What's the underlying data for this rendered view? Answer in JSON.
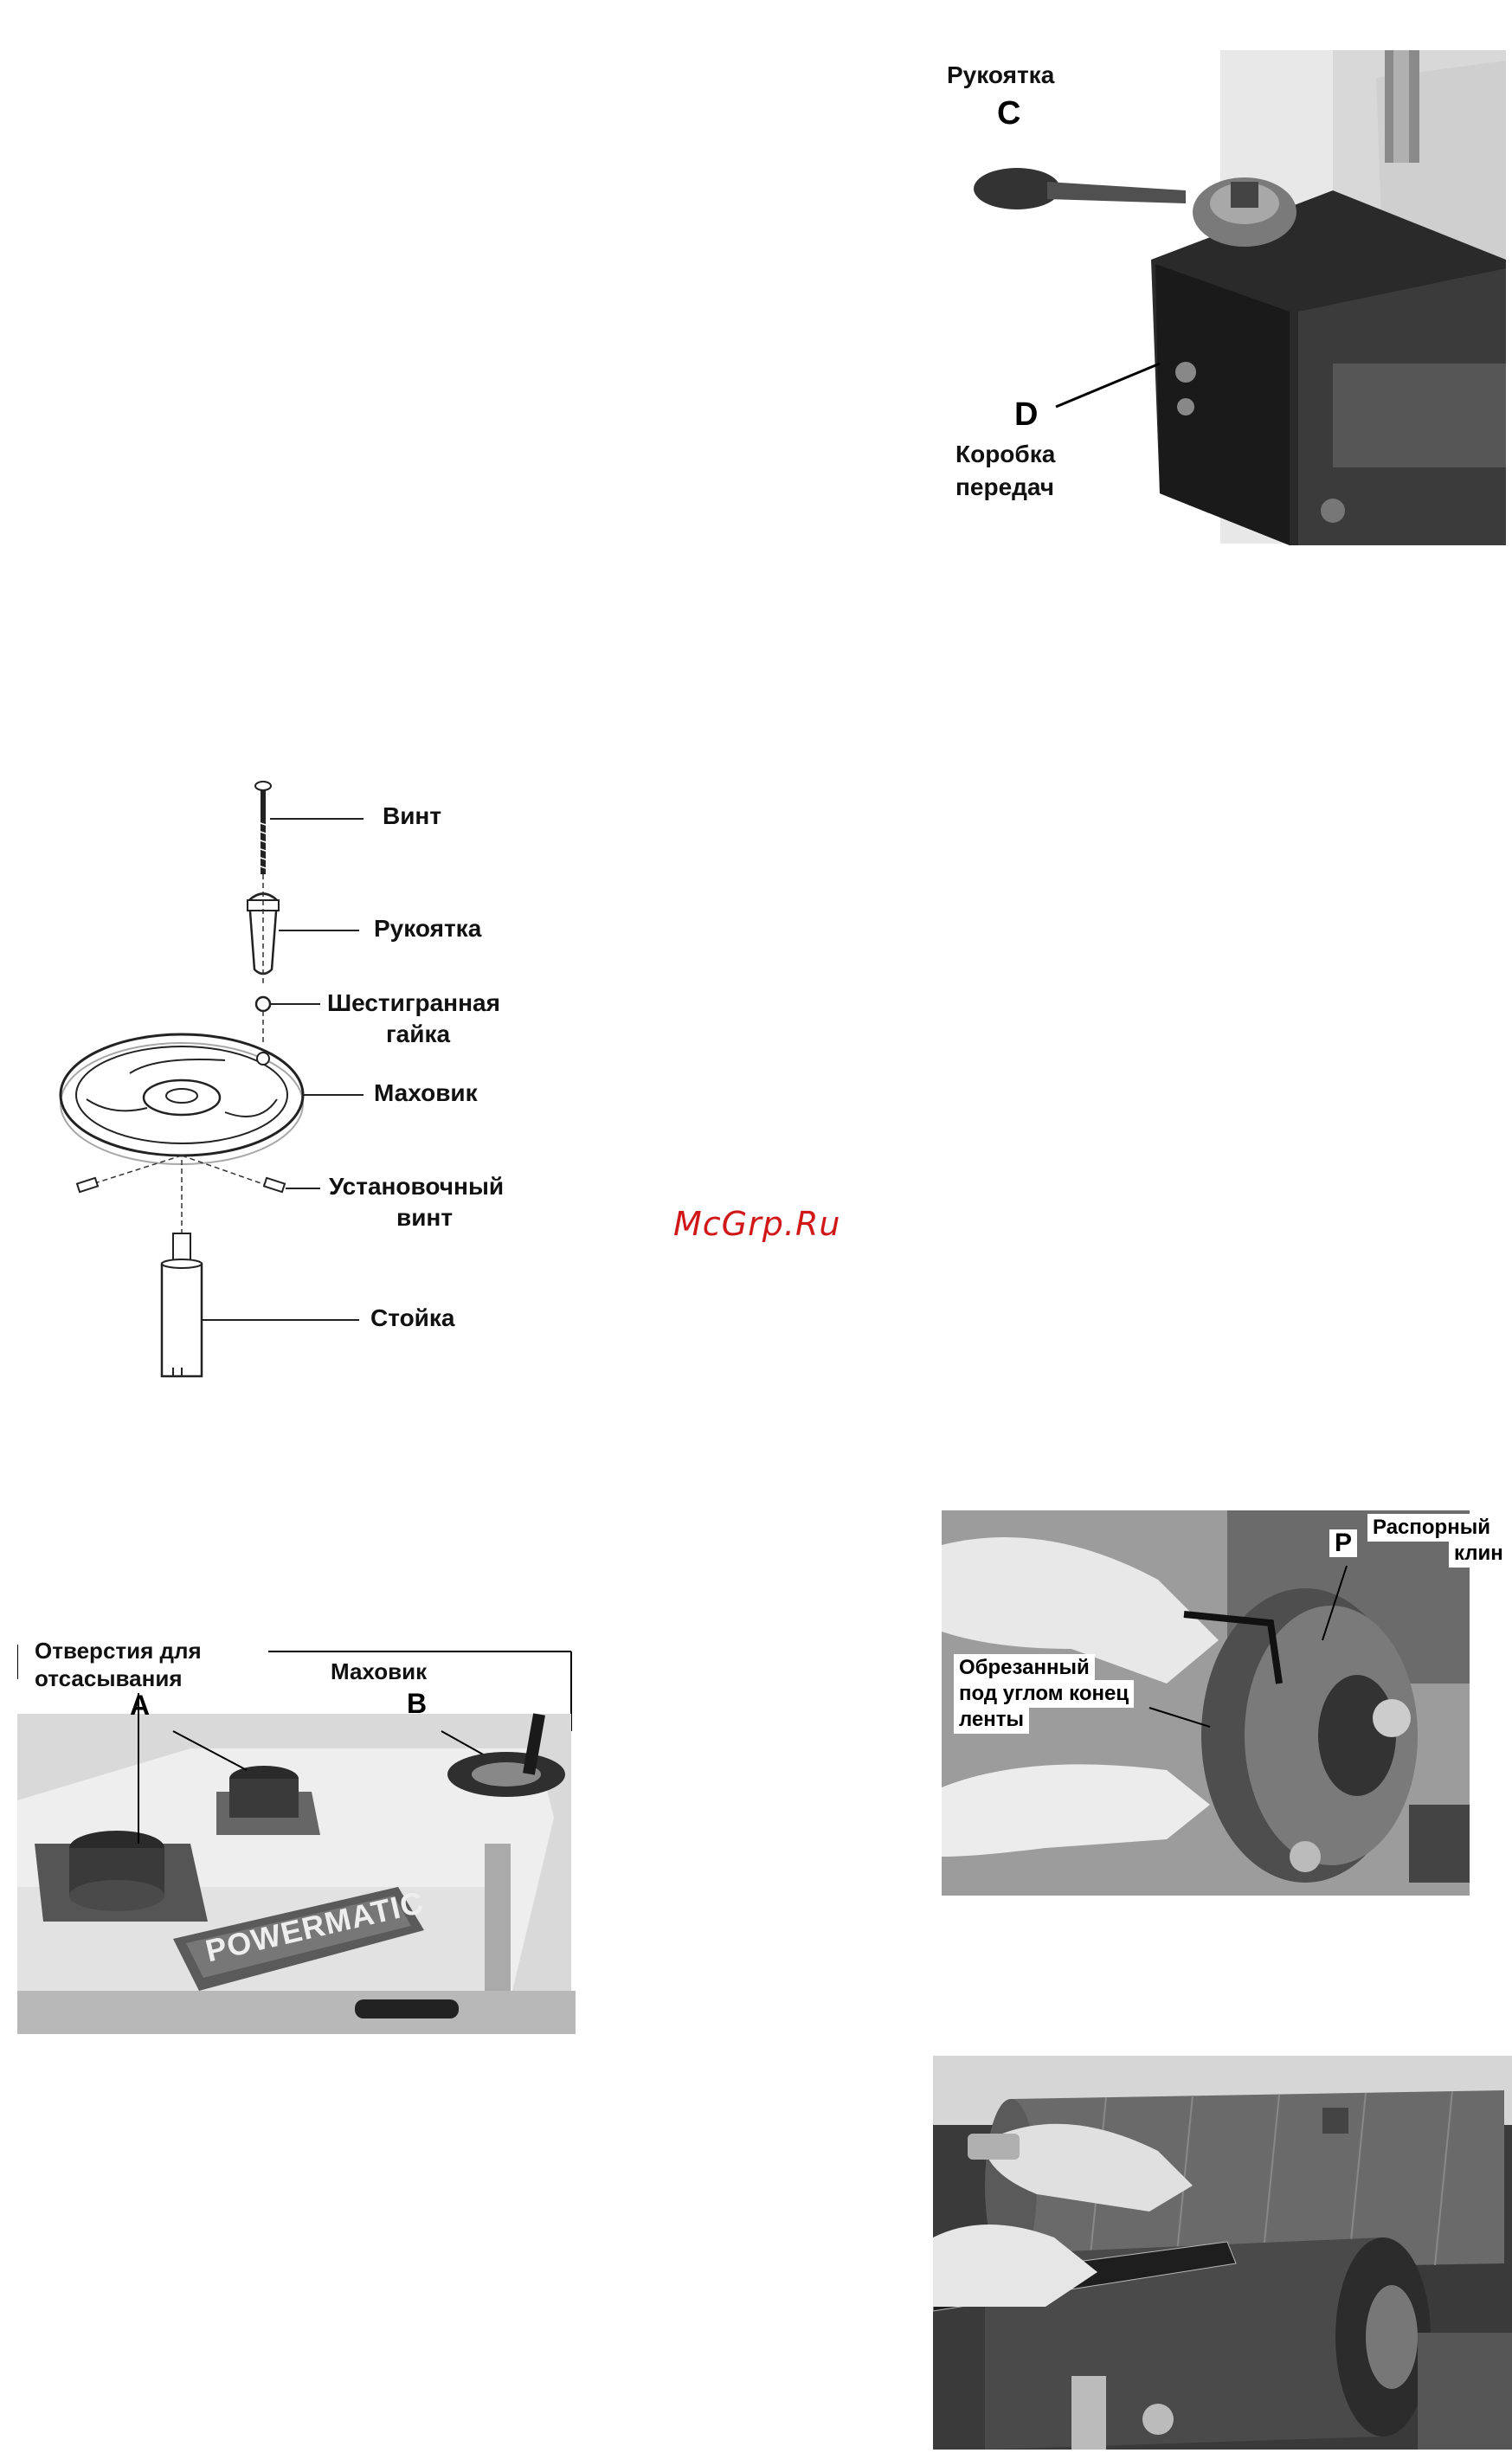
{
  "top_photo": {
    "handle_label": "Рукоятка",
    "handle_letter": "C",
    "gearbox_letter": "D",
    "gearbox_label_line1": "Коробка",
    "gearbox_label_line2": "передач"
  },
  "exploded_diagram": {
    "screw": "Винт",
    "handle": "Рукоятка",
    "hex_nut_line1": "Шестигранная",
    "hex_nut_line2": "гайка",
    "handwheel": "Маховик",
    "set_screw_line1": "Установочный",
    "set_screw_line2": "винт",
    "post": "Стойка"
  },
  "watermark": "McGrp.Ru",
  "machine_photo": {
    "dust_ports_line1": "Отверстия для",
    "dust_ports_line2": "отсасывания",
    "letter_a": "A",
    "handwheel_label": "Маховик",
    "letter_b": "B",
    "brand": "POWERMATIC"
  },
  "drum_photo": {
    "letter_p": "P",
    "wedge_line1": "Распорный",
    "wedge_line2": "клин",
    "tape_line1": "Обрезанный",
    "tape_line2": "под углом конец",
    "tape_line3": "ленты"
  }
}
